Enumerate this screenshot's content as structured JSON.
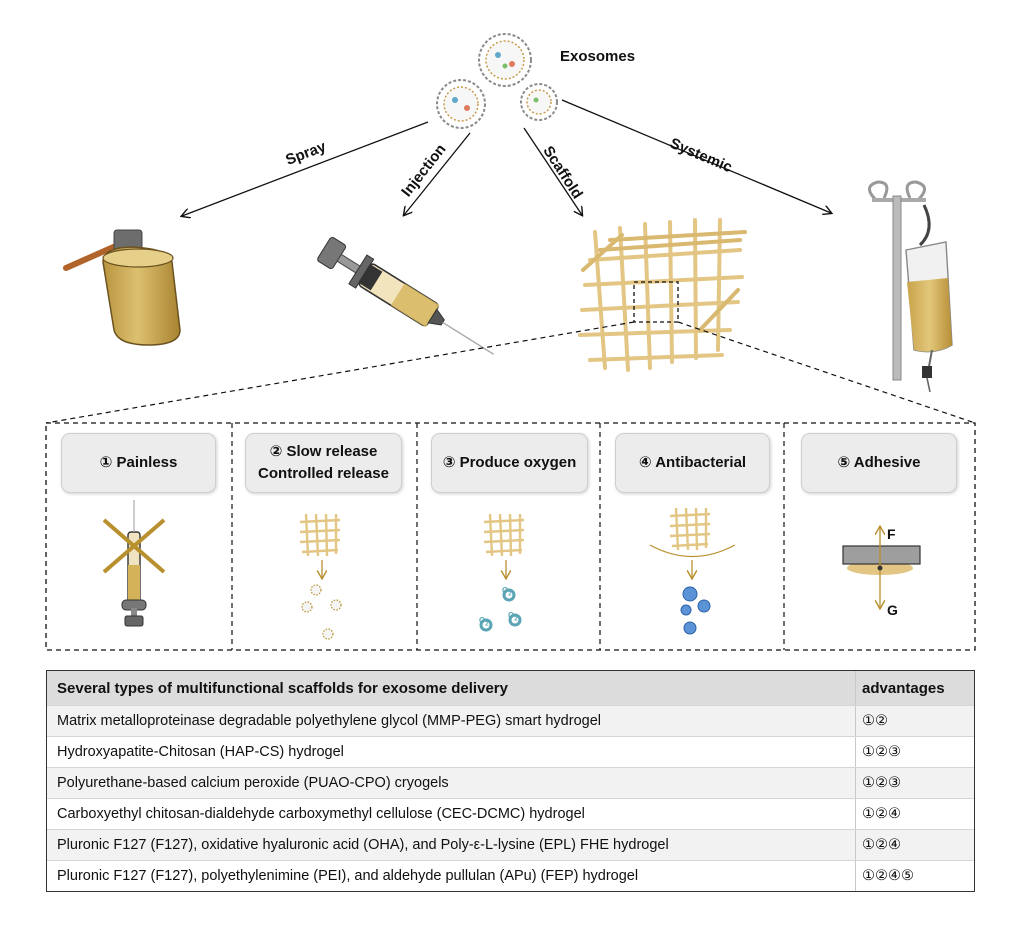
{
  "title_label": "Exosomes",
  "routes": [
    {
      "key": "spray",
      "label": "Spray"
    },
    {
      "key": "injection",
      "label": "Injection"
    },
    {
      "key": "scaffold",
      "label": "Scaffold"
    },
    {
      "key": "systemic",
      "label": "Systemic"
    }
  ],
  "panels": [
    {
      "key": "painless",
      "lines": [
        "① Painless"
      ]
    },
    {
      "key": "release",
      "lines": [
        "② Slow release",
        "Controlled release"
      ]
    },
    {
      "key": "oxygen",
      "lines": [
        "③ Produce oxygen"
      ]
    },
    {
      "key": "antibacterial",
      "lines": [
        "④ Antibacterial"
      ]
    },
    {
      "key": "adhesive",
      "lines": [
        "⑤ Adhesive"
      ]
    }
  ],
  "oxygen_label": "O",
  "oxygen_subscript": "2",
  "force_labels": {
    "up": "F",
    "down": "G"
  },
  "table": {
    "header": {
      "name": "Several types of multifunctional scaffolds for exosome delivery",
      "adv": "advantages"
    },
    "rows": [
      {
        "name": "Matrix metalloproteinase degradable polyethylene glycol (MMP-PEG) smart hydrogel",
        "adv": "①②"
      },
      {
        "name": "Hydroxyapatite-Chitosan (HAP-CS) hydrogel",
        "adv": "①②③"
      },
      {
        "name": "Polyurethane-based calcium peroxide (PUAO-CPO) cryogels",
        "adv": "①②③"
      },
      {
        "name": "Carboxyethyl chitosan-dialdehyde carboxymethyl cellulose (CEC-DCMC) hydrogel",
        "adv": "①②④"
      },
      {
        "name": "Pluronic F127 (F127), oxidative hyaluronic acid (OHA), and Poly-ε-L-lysine (EPL) FHE hydrogel",
        "adv": "①②④"
      },
      {
        "name": "Pluronic F127 (F127), polyethylenimine (PEI), and aldehyde pullulan (APu) (FEP) hydrogel",
        "adv": "①②④⑤"
      }
    ]
  }
}
